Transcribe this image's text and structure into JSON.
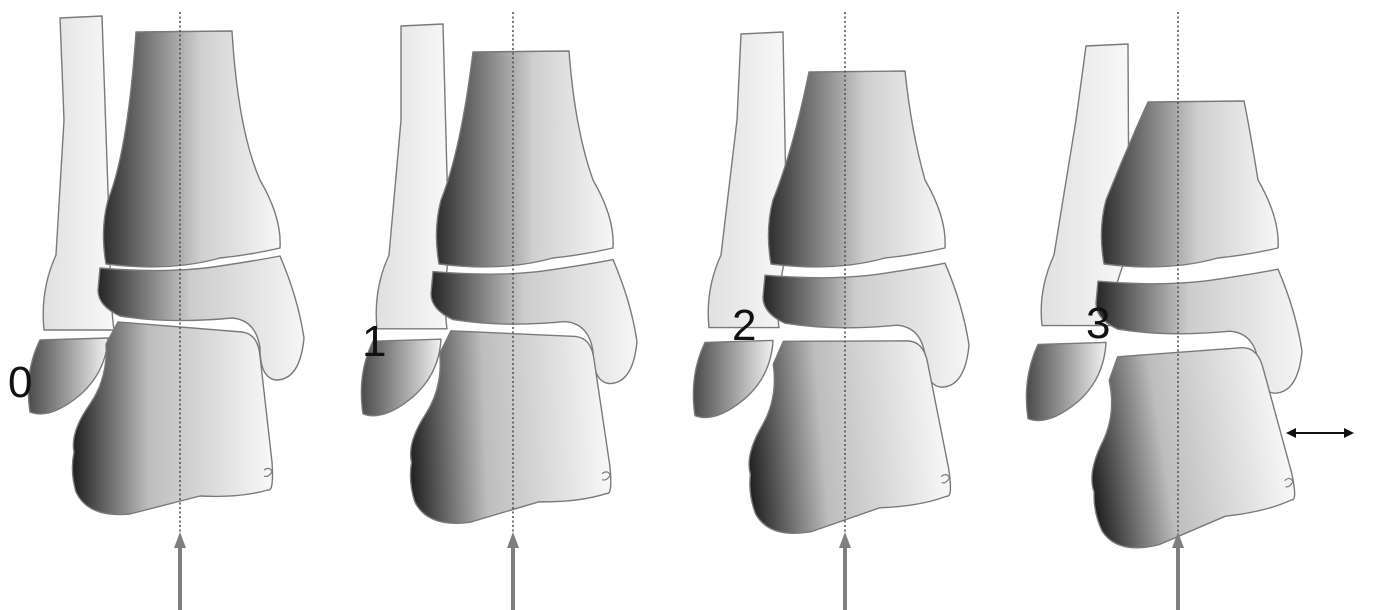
{
  "figure": {
    "panels": [
      {
        "id": "panel-0",
        "label": "0",
        "tilt": 0,
        "shift": 0,
        "gap": 0,
        "displacement_arrow": false
      },
      {
        "id": "panel-1",
        "label": "1",
        "tilt": 5,
        "shift": 4,
        "gap": 6,
        "displacement_arrow": false
      },
      {
        "id": "panel-2",
        "label": "2",
        "tilt": 12,
        "shift": 8,
        "gap": 12,
        "displacement_arrow": false
      },
      {
        "id": "panel-3",
        "label": "3",
        "tilt": 22,
        "shift": 14,
        "gap": 22,
        "displacement_arrow": true
      }
    ],
    "colors": {
      "bone_light": "#f7f7f7",
      "bone_dark": "#2e2e2e",
      "outline": "#7a7a7a",
      "axis_line": "#555555",
      "load_arrow": "#7f7f7f",
      "displacement_arrow": "#111111"
    }
  }
}
